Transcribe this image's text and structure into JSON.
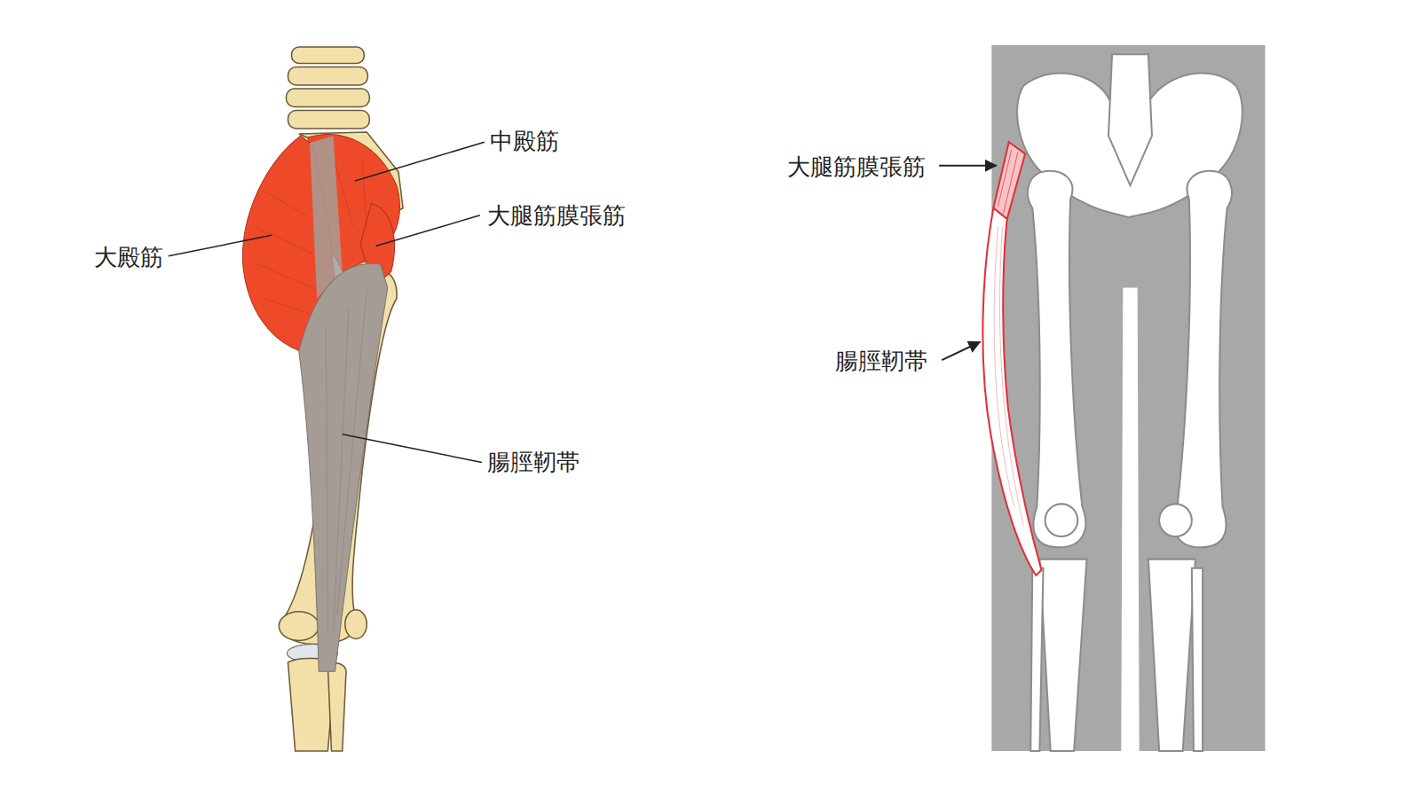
{
  "diagram": {
    "labels": [
      "中殿筋",
      "大腿筋膜張筋",
      "大殿筋",
      "腸脛靭帯",
      "大腿筋膜張筋",
      "腸脛靭帯"
    ]
  }
}
